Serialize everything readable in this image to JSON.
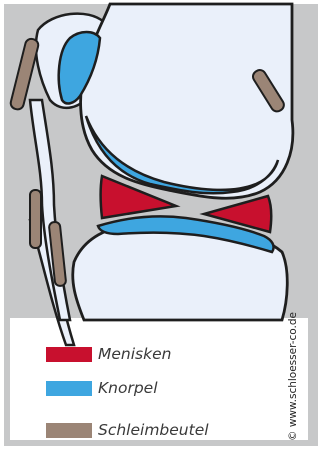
{
  "legend": {
    "items": [
      {
        "label": "Menisken",
        "color": "#c8102e"
      },
      {
        "label": "Knorpel",
        "color": "#3ea6e0"
      },
      {
        "label": "Schleimbeutel",
        "color": "#9b8576"
      }
    ]
  },
  "credit": "© www.schloesser-co.de",
  "colors": {
    "background": "#c7c8c9",
    "bone": "#eaf0fa",
    "outline": "#1e1e1e",
    "meniscus": "#c8102e",
    "cartilage": "#3ea6e0",
    "bursa": "#9b8576"
  }
}
